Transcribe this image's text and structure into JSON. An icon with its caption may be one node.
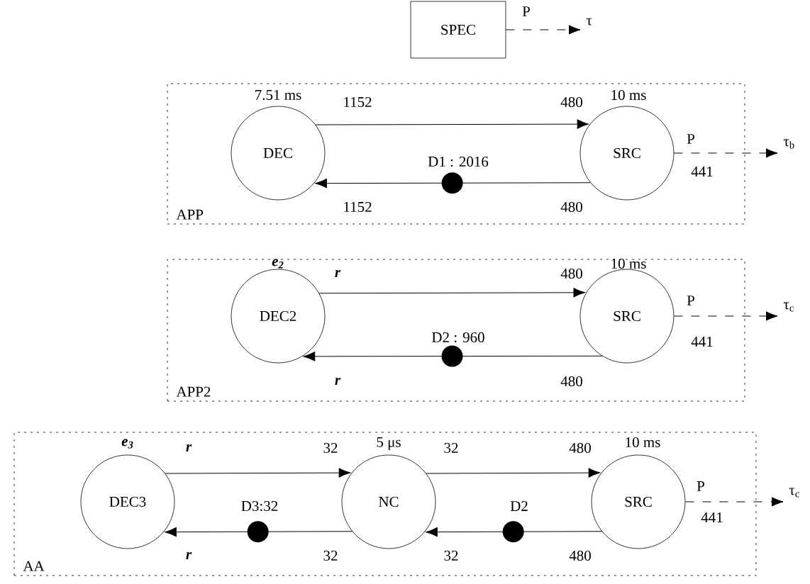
{
  "diagram": {
    "nodes": [
      {
        "text": [
          "SPEC"
        ]
      },
      {
        "text": [
          "τ"
        ]
      },
      {
        "text": [
          "APP"
        ]
      },
      {
        "text": [
          "DEC"
        ],
        "in": 2,
        "beside": [
          "7.51 ms"
        ]
      },
      {
        "text": [
          "SRC"
        ],
        "in": 2,
        "beside": [
          "10 ms"
        ]
      },
      {
        "text": [
          "τ$_{b}$"
        ]
      },
      {
        "text": [
          "APP2"
        ]
      },
      {
        "text": [
          "DEC2"
        ],
        "in": 6,
        "beside": [
          "*e*$_{2}$"
        ]
      },
      {
        "text": [
          "SRC"
        ],
        "in": 6,
        "beside": [
          "10 ms"
        ]
      },
      {
        "text": [
          "τ$_{c}$"
        ]
      },
      {
        "text": [
          "AA"
        ]
      },
      {
        "text": [
          "DEC3"
        ],
        "in": 10,
        "beside": [
          "*e*$_{3}$"
        ]
      },
      {
        "text": [
          "NC"
        ],
        "in": 10,
        "beside": [
          "5 μs"
        ]
      },
      {
        "text": [
          "SRC"
        ],
        "in": 10,
        "beside": [
          "10 ms"
        ]
      },
      {
        "text": [
          "τ$_{c}$"
        ]
      }
    ],
    "edges": [
      {
        "from": 0,
        "to": 1,
        "arrow": "to",
        "style": "dashed",
        "label": "P"
      },
      {
        "from": 3,
        "to": 4,
        "arrow": "to"
      },
      {
        "from": 4,
        "to": 3,
        "arrow": "to",
        "label": "D1 : 2016"
      },
      {
        "from": 4,
        "to": 5,
        "arrow": "to",
        "style": "dashed",
        "label": "P"
      },
      {
        "from": 7,
        "to": 8,
        "arrow": "to"
      },
      {
        "from": 8,
        "to": 7,
        "arrow": "to",
        "label": "D2 : 960"
      },
      {
        "from": 8,
        "to": 9,
        "arrow": "to",
        "style": "dashed",
        "label": "P"
      },
      {
        "from": 11,
        "to": 12,
        "arrow": "to"
      },
      {
        "from": 12,
        "to": 13,
        "arrow": "to"
      },
      {
        "from": 13,
        "to": 12,
        "arrow": "to",
        "label": "D2"
      },
      {
        "from": 12,
        "to": 11,
        "arrow": "to",
        "label": "D3:32"
      },
      {
        "from": 13,
        "to": 14,
        "arrow": "to",
        "style": "dashed",
        "label": "P"
      }
    ],
    "labels": [
      "1152",
      "480",
      "1152",
      "480",
      "441",
      "r",
      "480",
      "r",
      "480",
      "441",
      "r",
      "32",
      "32",
      "480",
      "r",
      "32",
      "32",
      "480",
      "441"
    ]
  }
}
